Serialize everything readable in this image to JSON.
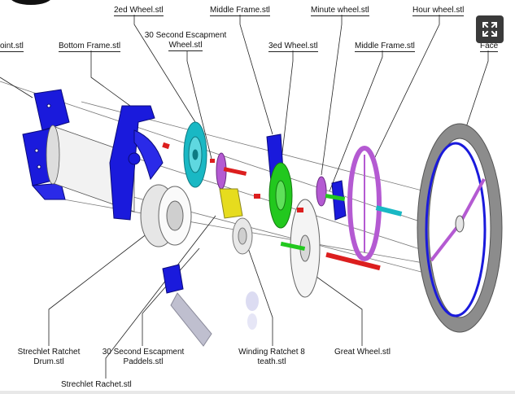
{
  "labels": {
    "second_wheel": "2ed Wheel.stl",
    "middle_frame_top": "Middle Frame.stl",
    "minute_wheel": "Minute wheel.stl",
    "hour_wheel": "Hour wheel.stl",
    "point": "oint.stl",
    "bottom_frame": "Bottom Frame.stl",
    "escapment_wheel_line1": "30 Second Escapment",
    "escapment_wheel_line2": "Wheel.stl",
    "third_wheel": "3ed Wheel.stl",
    "middle_frame": "Middle Frame.stl",
    "face": "Face",
    "ratchet_drum_line1": "Strechlet Ratchet",
    "ratchet_drum_line2": "Drum.stl",
    "escapment_paddels_line1": "30 Second Escapment",
    "escapment_paddels_line2": "Paddels.stl",
    "winding_ratchet_line1": "Winding Ratchet 8",
    "winding_ratchet_line2": "teath.stl",
    "great_wheel": "Great Wheel.stl",
    "strechlet_ratchet": "Strechlet Rachet.stl"
  },
  "icons": {
    "expand": "expand-icon"
  },
  "colors": {
    "blue": "#1a1adc",
    "cyan": "#19b8c4",
    "green": "#22c81e",
    "yellow": "#e6dc1e",
    "purple": "#b45ad2",
    "red": "#dc1e1e",
    "gray": "#8c8c8c",
    "dark": "#3a3a3a"
  }
}
